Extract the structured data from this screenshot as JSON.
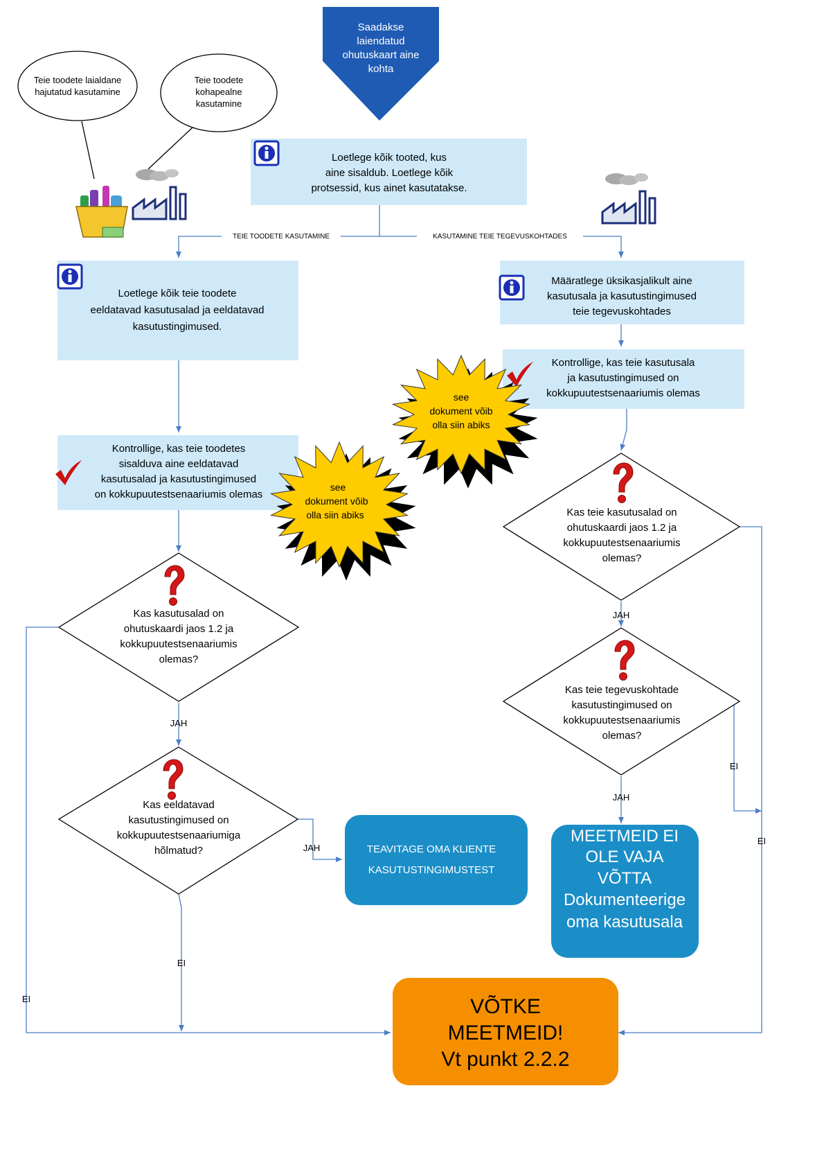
{
  "top_shape": {
    "lines": [
      "Saadakse",
      "laiendatud",
      "ohutuskaart aine",
      "kohta"
    ]
  },
  "bubbles": {
    "wide_use": [
      "Teie toodete laialdane",
      "hajutatud kasutamine"
    ],
    "site_use": [
      "Teie toodete",
      "kohapealne",
      "kasutamine"
    ]
  },
  "boxes": {
    "list_all": [
      "Loetlege kõik tooted, kus",
      "aine sisaldub. Loetlege kõik",
      "protsessid, kus ainet kasutatakse."
    ],
    "left_identify": [
      "Loetlege kõik teie toodete",
      "eeldatavad kasutusalad ja eeldatavad",
      "kasutustingimused."
    ],
    "right_identify": [
      "Määratlege üksikasjalikult aine",
      "kasutusala ja kasutustingimused",
      "teie tegevuskohtades"
    ],
    "left_check": [
      "Kontrollige, kas teie toodetes",
      "sisalduva aine eeldatavad",
      "kasutusalad ja kasutustingimused",
      "on kokkupuutestsenaariumis olemas"
    ],
    "right_check": [
      "Kontrollige, kas teie kasutusala",
      "ja kasutustingimused on",
      "kokkupuutestsenaariumis olemas"
    ]
  },
  "branches": {
    "left": "TEIE TOODETE KASUTAMINE",
    "right": "KASUTAMINE TEIE TEGEVUSKOHTADES"
  },
  "starbursts": {
    "left": [
      "see",
      "dokument võib",
      "olla siin abiks"
    ],
    "right": [
      "see",
      "dokument võib",
      "olla siin abiks"
    ]
  },
  "diamonds": {
    "left_1": [
      "Kas kasutusalad on",
      "ohutuskaardi jaos 1.2 ja",
      "kokkupuutestsenaariumis",
      "olemas?"
    ],
    "left_2": [
      "Kas eeldatavad",
      "kasutustingimused on",
      "kokkupuutestsenaariumiga",
      "hõlmatud?"
    ],
    "right_1": [
      "Kas teie kasutusalad on",
      "ohutuskaardi jaos 1.2 ja",
      "kokkupuutestsenaariumis",
      "olemas?"
    ],
    "right_2": [
      "Kas teie tegevuskohtade",
      "kasutustingimused on",
      "kokkupuutestsenaariumis",
      "olemas?"
    ]
  },
  "labels": {
    "jah_left": "JAH",
    "jah_mid": "JAH",
    "jah_right_1": "JAH",
    "jah_right_2": "JAH",
    "ei_left_outer": "EI",
    "ei_left_inner": "EI",
    "ei_right_inner": "EI",
    "ei_right_outer": "EI"
  },
  "outcomes": {
    "inform": [
      "TEAVITAGE OMA KLIENTE",
      "KASUTUSTINGIMUSTEST"
    ],
    "no_measures": [
      "MEETMEID EI",
      "OLE VAJA",
      "VÕTTA",
      "Dokumenteerige",
      "oma kasutusala"
    ],
    "take_measures": [
      "VÕTKE",
      "MEETMEID!",
      "Vt punkt 2.2.2"
    ]
  },
  "colors": {
    "box_fill": "#cfe9f8",
    "top_fill": "#1f5bb3",
    "inform_fill": "#1b8ec8",
    "nomeasures_fill": "#1b8ec8",
    "take_fill": "#f58f00",
    "star_fill": "#ffcc00",
    "line": "#4a7ec7",
    "check": "#cc1111",
    "question": "#d41818",
    "info": "#1a2fb5"
  }
}
